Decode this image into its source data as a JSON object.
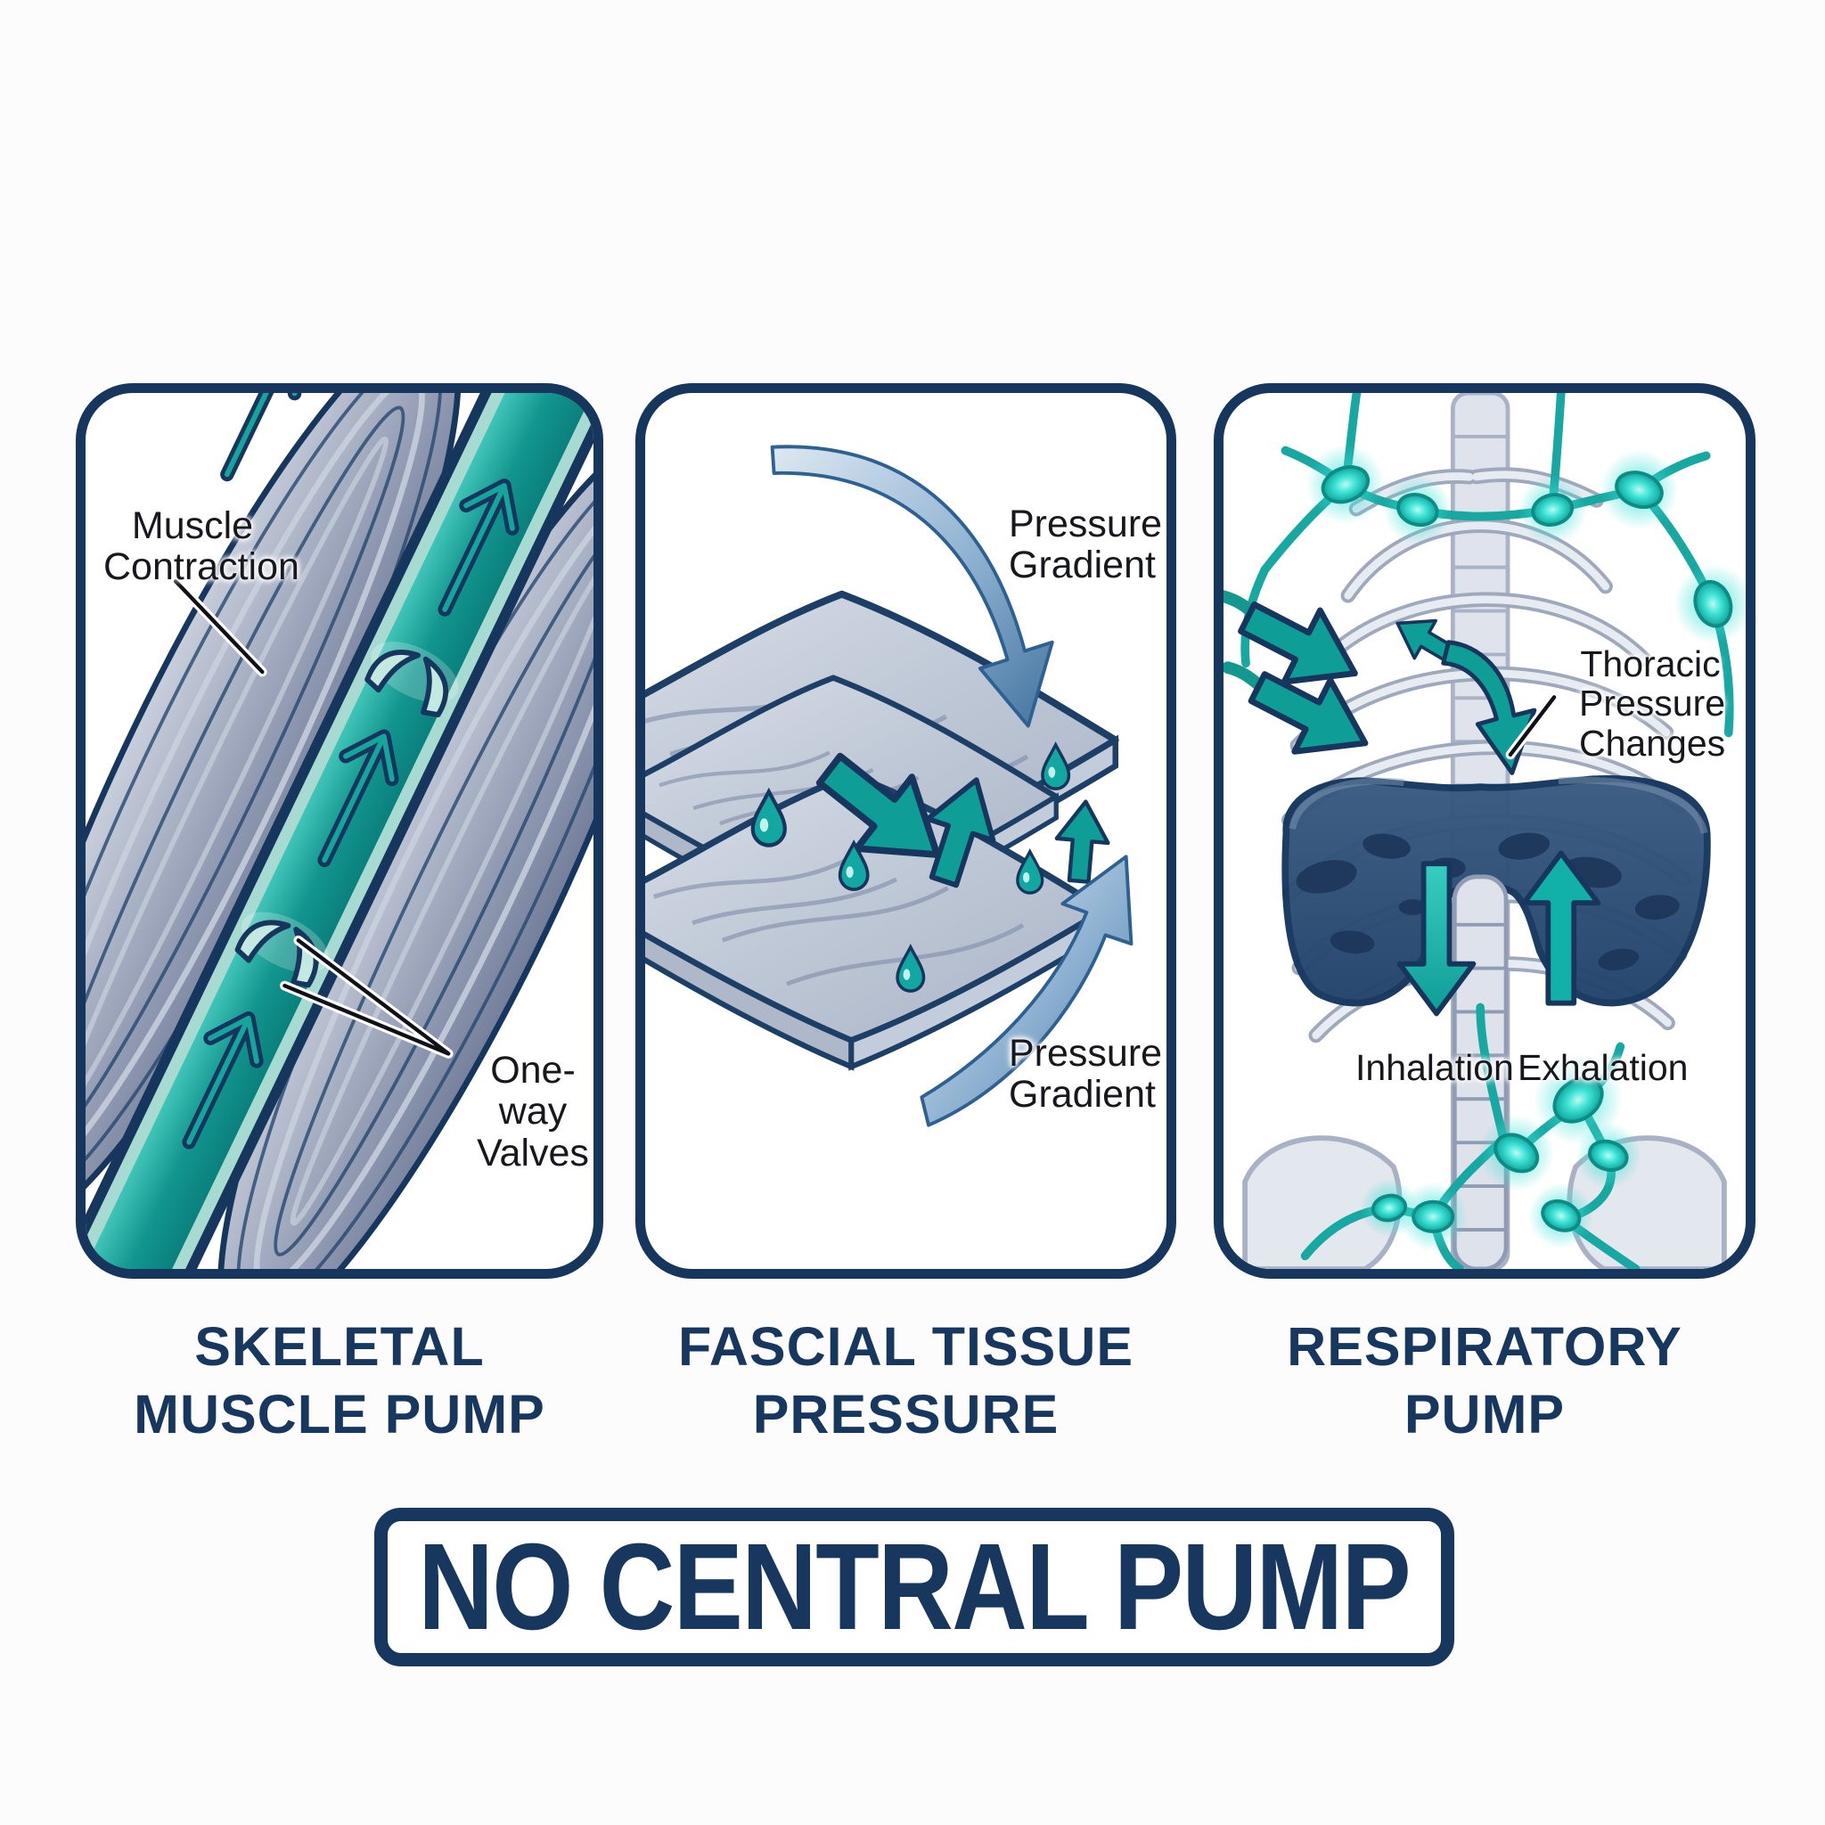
{
  "image_type": "medical illustration diagram of lymphatic flow mechanisms",
  "colors": {
    "outline_navy": "#16365e",
    "title_navy": "#17375f",
    "vessel_teal": "#12968f",
    "lymph_glow_teal": "#2fe0d4",
    "pressure_arrow_blue": "#6b9ac7",
    "muscle_gray": "#99a2b8",
    "fascia_gray": "#c8d0de",
    "diaphragm_navy": "#2c4c72",
    "background": "#fcfcfd"
  },
  "panels": {
    "skeletal": {
      "title": [
        "SKELETAL",
        "MUSCLE PUMP"
      ],
      "labels": {
        "muscle": [
          "Muscle",
          "Contraction"
        ],
        "valves": [
          "One-way",
          "Valves"
        ]
      }
    },
    "fascial": {
      "title": [
        "FASCIAL TISSUE",
        "PRESSURE"
      ],
      "labels": {
        "gradient_top": [
          "Pressure",
          "Gradient"
        ],
        "gradient_bottom": [
          "Pressure",
          "Gradient"
        ]
      }
    },
    "respiratory": {
      "title": [
        "RESPIRATORY",
        "PUMP"
      ],
      "labels": {
        "thoracic": [
          "Thoracic",
          "Pressure",
          "Changes"
        ],
        "inhalation": "Inhalation",
        "exhalation": "Exhalation"
      }
    }
  },
  "banner": {
    "text": "NO CENTRAL PUMP"
  }
}
